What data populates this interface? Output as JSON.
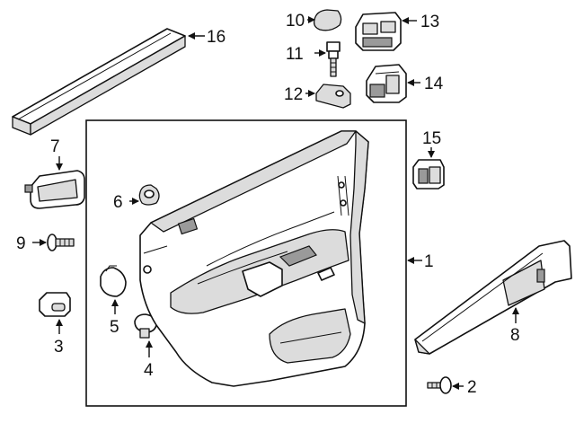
{
  "diagram": {
    "callouts": [
      {
        "id": "p1",
        "label": "1"
      },
      {
        "id": "p2",
        "label": "2"
      },
      {
        "id": "p3",
        "label": "3"
      },
      {
        "id": "p4",
        "label": "4"
      },
      {
        "id": "p5",
        "label": "5"
      },
      {
        "id": "p6",
        "label": "6"
      },
      {
        "id": "p7",
        "label": "7"
      },
      {
        "id": "p8",
        "label": "8"
      },
      {
        "id": "p9",
        "label": "9"
      },
      {
        "id": "p10",
        "label": "10"
      },
      {
        "id": "p11",
        "label": "11"
      },
      {
        "id": "p12",
        "label": "12"
      },
      {
        "id": "p13",
        "label": "13"
      },
      {
        "id": "p14",
        "label": "14"
      },
      {
        "id": "p15",
        "label": "15"
      },
      {
        "id": "p16",
        "label": "16"
      }
    ],
    "colors": {
      "line": "#111111",
      "background": "#ffffff",
      "shade": "#dcdcdc"
    }
  }
}
